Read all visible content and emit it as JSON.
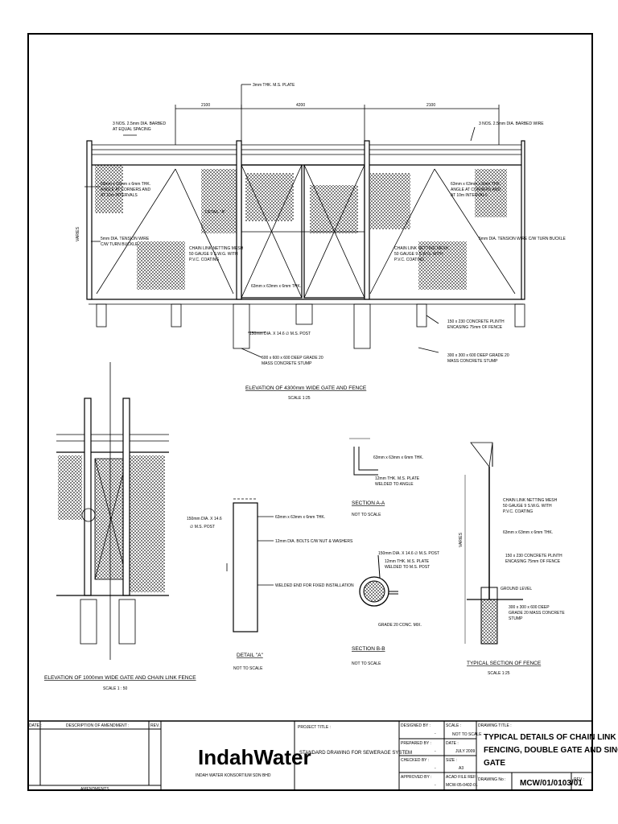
{
  "elevation_main": {
    "title": "ELEVATION OF 4300mm WIDE GATE AND FENCE",
    "scale": "SCALE 1:25",
    "dims": [
      "2100",
      "4200",
      "2100"
    ],
    "labels": {
      "ms_plate": "3mm THK. M.S. PLATE",
      "barbed_left": "3 NOS. 2.5mm DIA. BARBED",
      "barbed_left2": "AT EQUAL SPACING",
      "barbed_right": "3 NOS. 2.5mm DIA. BARBED WIRE",
      "angle_left1": "63mm x 63mm x 6mm THK.",
      "angle_left2": "ANGLE AT CORNERS AND",
      "angle_left3": "AT 10m INTERVALS",
      "angle_right1": "63mm x 63mm x 6mm THK.",
      "angle_right2": "ANGLE AT CORNERS AND",
      "angle_right3": "AT 10m INTERVALS",
      "varies": "VARIES",
      "tension_left1": "5mm DIA. TENSION WIRE",
      "tension_left2": "C/W TURN BUCKLE",
      "tension_right": "5mm DIA. TENSION WIRE C/W TURN BUCKLE",
      "detail_a": "DETAIL \"A\"",
      "chain1": "CHAIN LINK NETTING MESH",
      "chain2": "50 GAUGE 9 S.W.G. WITH",
      "chain3": "P.V.C. COATING",
      "chain_r1": "CHAIN LINK NETTING MESH",
      "chain_r2": "50 GAUGE 9 S.W.G. WITH",
      "chain_r3": "P.V.C. COATING",
      "angle_mid": "63mm x 63mm x 6mm THK.",
      "post": "150mm DIA. X 14.6 ∅ M.S. POST",
      "stump1": "600 x 600 x 600 DEEP GRADE 20",
      "stump2": "MASS CONCRETE STUMP",
      "plinth1": "150 x 230 CONCRETE PLINTH",
      "plinth2": "ENCASING 75mm OF FENCE",
      "stump_r1": "300 x 300 x 600 DEEP GRADE 20",
      "stump_r2": "MASS CONCRETE STUMP"
    }
  },
  "elevation_small": {
    "title": "ELEVATION OF 1000mm WIDE GATE AND CHAIN LINK FENCE",
    "scale": "SCALE 1 : 50"
  },
  "detail_a": {
    "title": "DETAIL \"A\"",
    "scale": "NOT TO SCALE",
    "post1": "150mm DIA. X 14.6",
    "post2": "∅ M.S. POST",
    "angle": "63mm x 63mm x 6mm THK.",
    "bolts": "12mm DIA. BOLTS C/W NUT & WASHERS",
    "welded": "WELDED END FOR FIXED INSTALLATION"
  },
  "section_aa": {
    "title": "SECTION A-A",
    "scale": "NOT TO SCALE",
    "angle": "63mm x 63mm x 6mm THK.",
    "plate1": "12mm THK. M.S. PLATE",
    "plate2": "WELDED TO ANGLE"
  },
  "section_bb": {
    "title": "SECTION B-B",
    "scale": "NOT TO SCALE",
    "post": "150mm DIA. X 14.6 ∅ M.S. POST",
    "plate1": "12mm THK. M.S. PLATE",
    "plate2": "WELDED TO M.S. POST",
    "grade": "GRADE 20 CONC. MIX."
  },
  "typical_section": {
    "title": "TYPICAL SECTION OF FENCE",
    "scale": "SCALE 1:25",
    "chain1": "CHAIN LINK NETTING MESH",
    "chain2": "50 GAUGE 9 S.W.G. WITH",
    "chain3": "P.V.C. COATING",
    "angle": "63mm x 63mm x 6mm THK.",
    "plinth1": "150 x 230 CONCRETE PLINTH",
    "plinth2": "ENCASING 75mm OF FENCE",
    "ground": "GROUND LEVEL",
    "stump1": "300 x 300 x 600 DEEP",
    "stump2": "GRADE 20 MASS CONCRETE",
    "stump3": "STUMP",
    "varies": "VARIES"
  },
  "title_block": {
    "date_label": "DATE :",
    "desc_label": "DESCRIPTION OF AMENDMENT :",
    "rev_label": "REV. :",
    "amendments": "AMENDMENTS",
    "logo": "IndahWater",
    "company": "INDAH WATER KONSORTIUM SDN BHD",
    "project_label": "PROJECT TITLE :",
    "project": "STANDARD DRAWING FOR SEWERAGE SYSTEM",
    "designed_label": "DESIGNED BY :",
    "prepared_label": "PREPARED BY :",
    "checked_label": "CHECKED BY :",
    "approved_label": "APPROVED BY :",
    "dash": "-",
    "scale_label": "SCALE :",
    "scale_value": "NOT TO SCALE",
    "date2_label": "DATE :",
    "date_value": "JULY 2009",
    "size_label": "SIZE :",
    "size_value": "A3",
    "acad_label": "ACAD FILE REF :",
    "acad_value": "MCW-05-0402-01",
    "drawing_title_label": "DRAWING TITLE :",
    "drawing_title1": "TYPICAL DETAILS OF CHAIN LINK",
    "drawing_title2": "FENCING, DOUBLE GATE AND SINGLE",
    "drawing_title3": "GATE",
    "drawing_no_label": "DRAWING No :",
    "drawing_no": "MCW/01/0103/01",
    "rev2_label": "REV :"
  }
}
